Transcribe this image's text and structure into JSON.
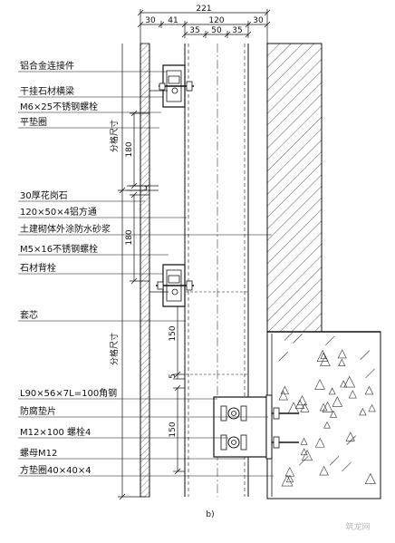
{
  "drawing": {
    "top_dimensions": {
      "total": "221",
      "segments": [
        "30",
        "41",
        "120",
        "30"
      ],
      "sub_segments": [
        "35",
        "50",
        "35"
      ]
    },
    "vertical_dimensions": {
      "grid_upper": "分格尺寸",
      "grid_lower": "分格尺寸",
      "dim_180_a": "180",
      "dim_180_b": "180",
      "dim_150_a": "150",
      "dim_5": "5",
      "dim_150_b": "150"
    },
    "labels": [
      "铝合金连接件",
      "干挂石材横梁",
      "M6×25不锈钢螺栓",
      "平垫圈",
      "30厚花岗石",
      "120×50×4铝方通",
      "土建砌体外涂防水砂浆",
      "M5×16不锈钢螺栓",
      "石材背栓",
      "套芯",
      "L90×56×7L=100角钢",
      "防腐垫片",
      "M12×100 螺栓4",
      "螺母M12",
      "方垫圈40×40×4"
    ],
    "caption": "b)",
    "watermark": "筑龙网"
  },
  "colors": {
    "line": "#111111",
    "hatch": "#333333",
    "background": "#ffffff"
  }
}
